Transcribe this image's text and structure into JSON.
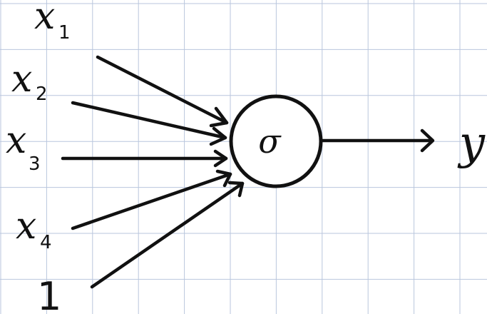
{
  "colors": {
    "grid": "#b9c6dd",
    "ink": "#111111",
    "paper": "#ffffff"
  },
  "inputs": [
    {
      "symbol": "x",
      "subscript": "1"
    },
    {
      "symbol": "x",
      "subscript": "2"
    },
    {
      "symbol": "x",
      "subscript": "3"
    },
    {
      "symbol": "x",
      "subscript": "4"
    },
    {
      "symbol": "1",
      "subscript": ""
    }
  ],
  "neuron": {
    "symbol": "σ"
  },
  "output": {
    "symbol": "y"
  }
}
